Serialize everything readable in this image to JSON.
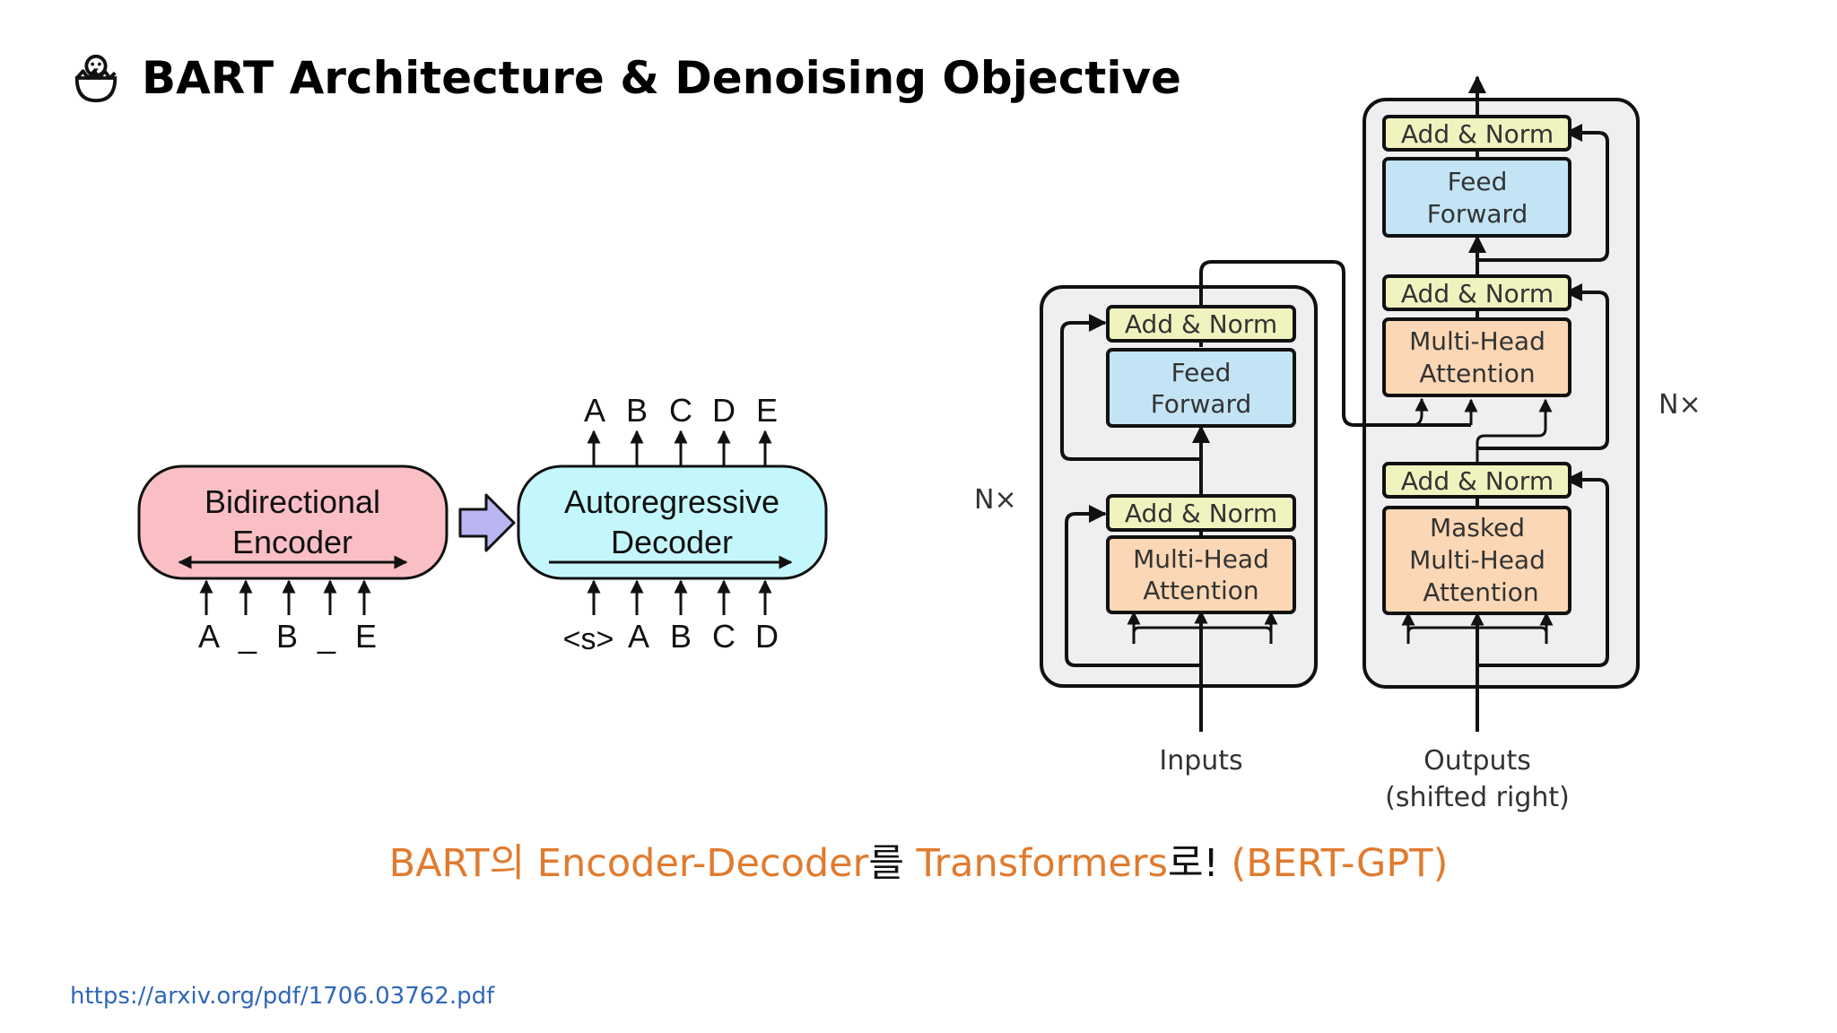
{
  "title": "BART Architecture & Denoising Objective",
  "bart": {
    "encoder": {
      "line1": "Bidirectional",
      "line2": "Encoder"
    },
    "decoder": {
      "line1": "Autoregressive",
      "line2": "Decoder"
    },
    "encoder_inputs": [
      "A",
      "_",
      "B",
      "_",
      "E"
    ],
    "decoder_inputs": [
      "<s>",
      "A",
      "B",
      "C",
      "D"
    ],
    "decoder_outputs": [
      "A",
      "B",
      "C",
      "D",
      "E"
    ]
  },
  "transformer": {
    "add_norm": "Add & Norm",
    "feed_forward": {
      "line1": "Feed",
      "line2": "Forward"
    },
    "multi_head": {
      "line1": "Multi-Head",
      "line2": "Attention"
    },
    "masked": {
      "line1": "Masked",
      "line2": "Multi-Head",
      "line3": "Attention"
    },
    "nx": "N×",
    "inputs_label": "Inputs",
    "outputs_label": {
      "line1": "Outputs",
      "line2": "(shifted right)"
    }
  },
  "caption": {
    "p1": "BART의 Encoder-Decoder",
    "p2": "를 ",
    "p3": "Transformers",
    "p4": "로! ",
    "p5": "(BERT-GPT)"
  },
  "source_link": "https://arxiv.org/pdf/1706.03762.pdf",
  "colors": {
    "encoder_fill": "#f9bfc4",
    "decoder_fill": "#c4f7fb",
    "arrow_fill": "#b9b5f3",
    "add_norm_fill": "#f1f3bf",
    "feed_forward_fill": "#c3e4f5",
    "attention_fill": "#fbd7b5",
    "stack_fill": "#efeff1",
    "caption_accent": "#e07b2e",
    "link": "#2f67b8"
  }
}
